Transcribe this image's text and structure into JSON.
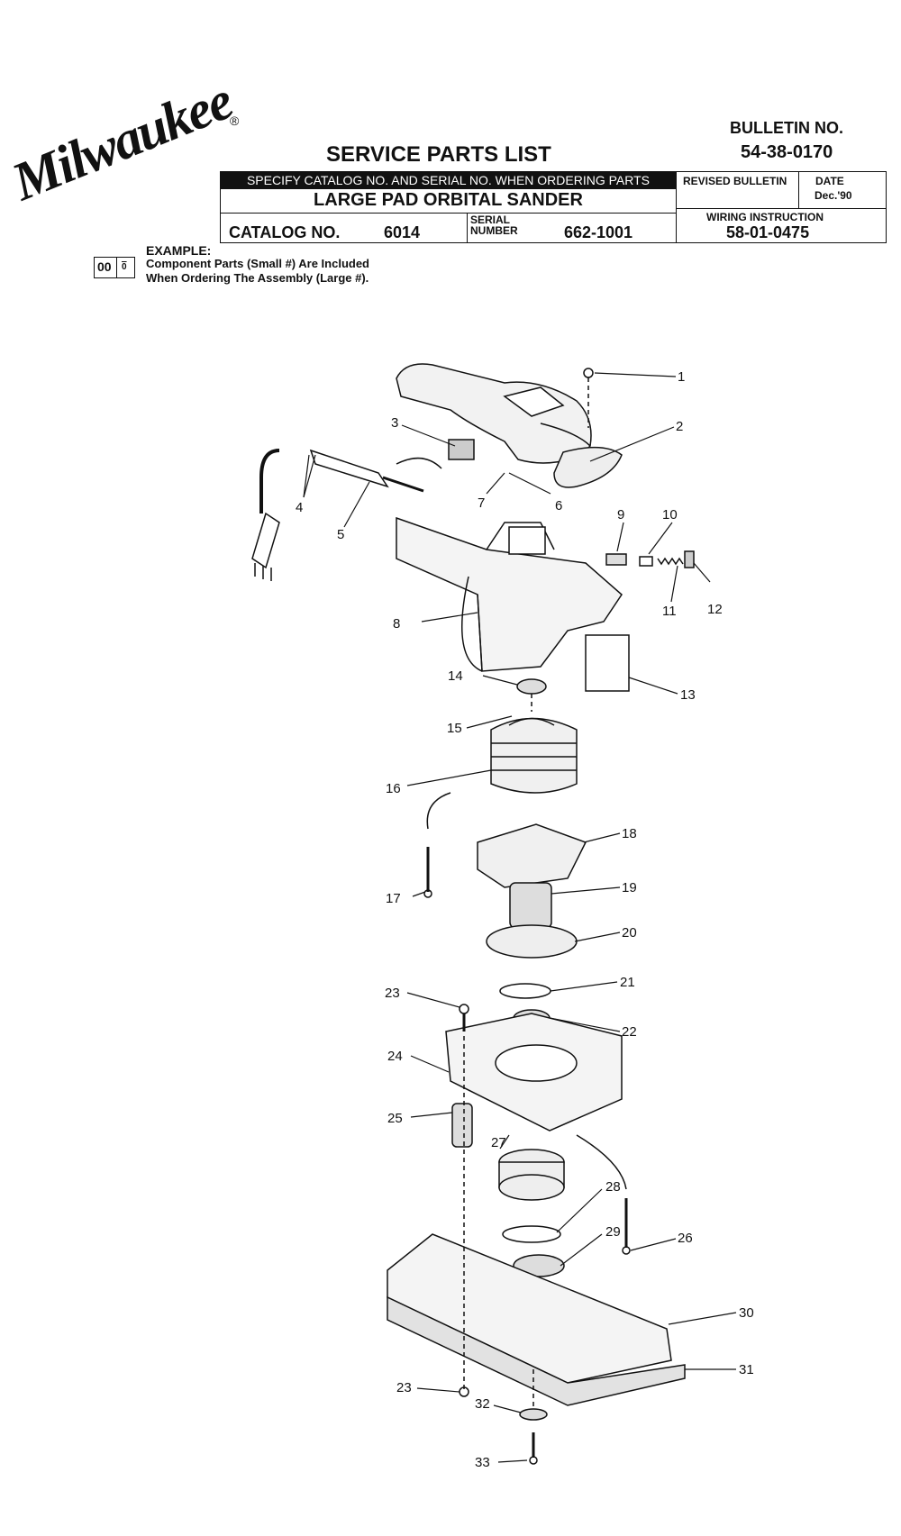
{
  "header": {
    "brand": "Milwaukee",
    "registered_mark": "®",
    "title": "SERVICE PARTS LIST",
    "bulletin_label": "BULLETIN NO.",
    "bulletin_number": "54-38-0170",
    "specify_note": "SPECIFY CATALOG NO. AND SERIAL NO. WHEN ORDERING PARTS",
    "product_name": "LARGE PAD ORBITAL SANDER",
    "catalog_label": "CATALOG NO.",
    "catalog_number": "6014",
    "serial_label_line1": "SERIAL",
    "serial_label_line2": "NUMBER",
    "serial_number": "662-1001",
    "revised_bulletin_label": "REVISED BULLETIN",
    "date_label": "DATE",
    "date_value": "Dec.'90",
    "wiring_label": "WIRING INSTRUCTION",
    "wiring_number": "58-01-0475"
  },
  "example": {
    "label": "EXAMPLE:",
    "large_symbol": "00",
    "small_symbol": "0",
    "line1": "Component Parts (Small #) Are Included",
    "line2": "When Ordering The Assembly (Large #)."
  },
  "diagram": {
    "callouts": [
      "1",
      "2",
      "3",
      "4",
      "5",
      "6",
      "7",
      "8",
      "9",
      "10",
      "11",
      "12",
      "13",
      "14",
      "15",
      "16",
      "17",
      "18",
      "19",
      "20",
      "21",
      "22",
      "23",
      "24",
      "25",
      "26",
      "27",
      "28",
      "29",
      "30",
      "31",
      "23",
      "32",
      "33"
    ]
  }
}
